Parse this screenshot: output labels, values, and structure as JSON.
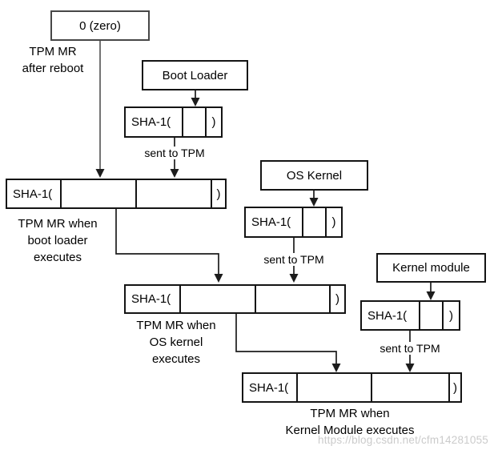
{
  "diagram": {
    "zero_box": "0 (zero)",
    "zero_caption": [
      "TPM MR",
      "after reboot"
    ],
    "hash_prefix": "SHA-1(",
    "hash_close": ")",
    "sent_to_tpm": "sent to TPM",
    "boot_loader": {
      "component": "Boot Loader",
      "caption": [
        "TPM MR when",
        "boot loader",
        "executes"
      ]
    },
    "os_kernel": {
      "component": "OS Kernel",
      "caption": [
        "TPM MR when",
        "OS kernel",
        "executes"
      ]
    },
    "kernel_module": {
      "component": "Kernel module",
      "caption": [
        "TPM MR when",
        "Kernel Module executes"
      ]
    }
  },
  "colors": {
    "line": "#1c1c1c",
    "seed_line": "#5c5c5c",
    "watermark": "#cbcbcb"
  },
  "watermark": "https://blog.csdn.net/cfm14281055"
}
